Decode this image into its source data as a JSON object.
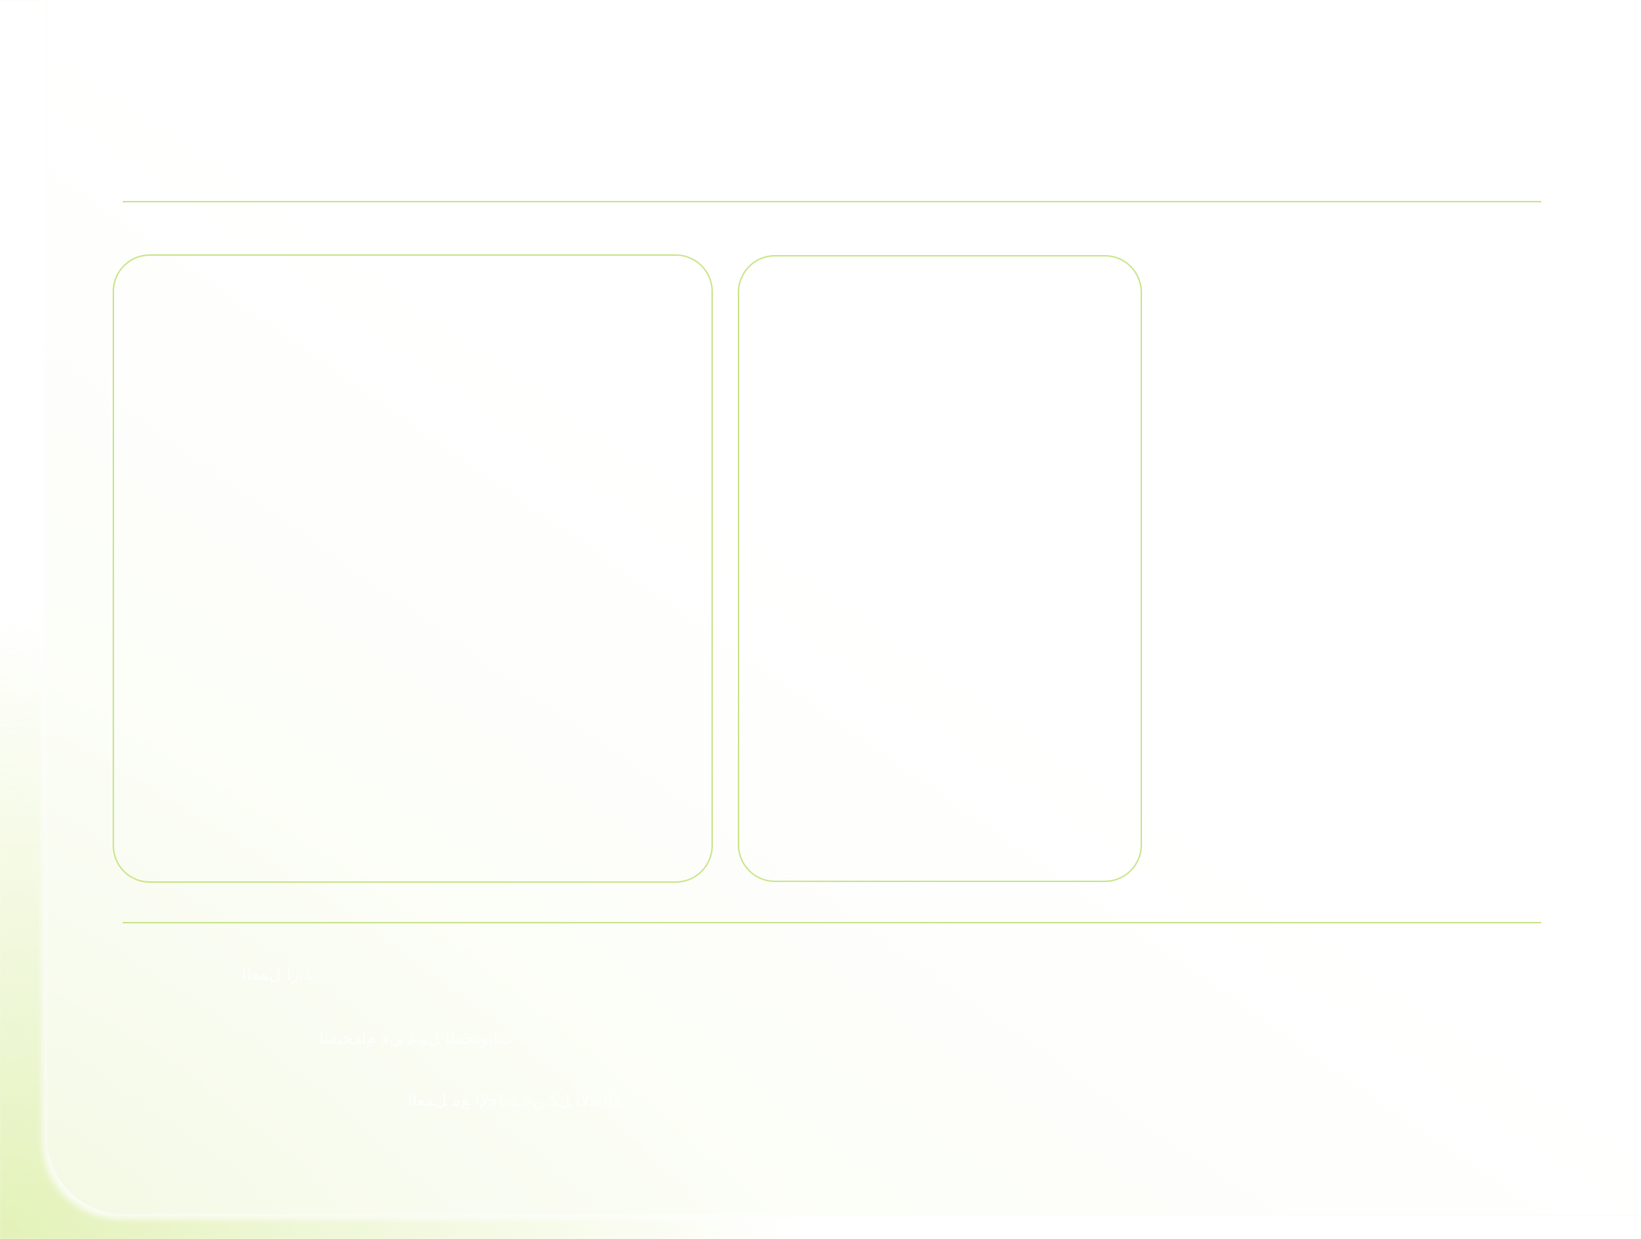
{
  "slide": {
    "accent_color": "#c9e58a",
    "background_tint": "#e3f2b8",
    "left_panel": {
      "lines": [
        "ﺪﺑﺭﺍ ﻞﻤﻌﻟﺍ",
        "ﺕﺎﻳﻮﺘﺤﻤﻟﺍ ﻞﻤﻋ ﻲﻓ ﻡﺍﺪﺨﺘﺳﺍ",
        "ﺔﻠﺌﺳﻷﺍ ﻞﻛ ﻦﻋ ﺔﺑﺎﺟﻹﺍ ﻊﻣ ﻞﻤﻌﻟﺍ"
      ]
    },
    "right_panel": {}
  }
}
